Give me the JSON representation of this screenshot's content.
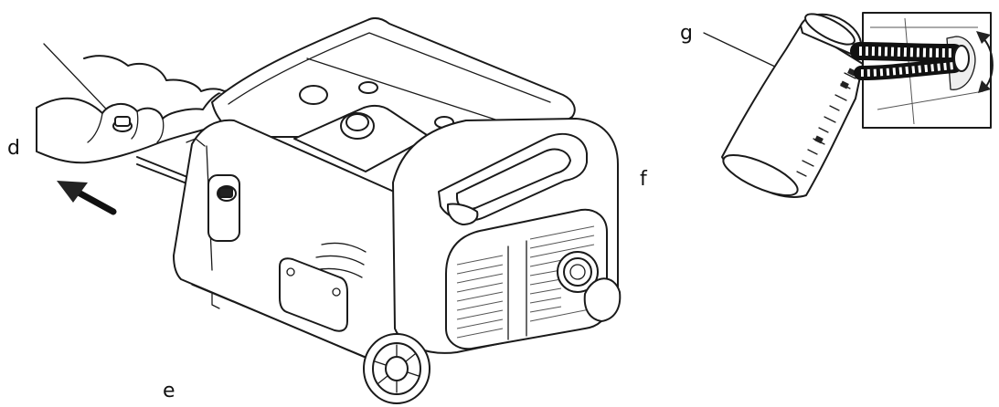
{
  "diagram": {
    "callouts": {
      "d": "d",
      "e": "e",
      "f": "f",
      "g": "g"
    },
    "icons": {
      "hand": "hand-holding-dipstick",
      "arrow": "pull-direction-arrow",
      "generator": "inverter-generator",
      "container": "oil-drain-container",
      "hose": "drain-hose",
      "rotate": "rotate-arrow"
    }
  }
}
